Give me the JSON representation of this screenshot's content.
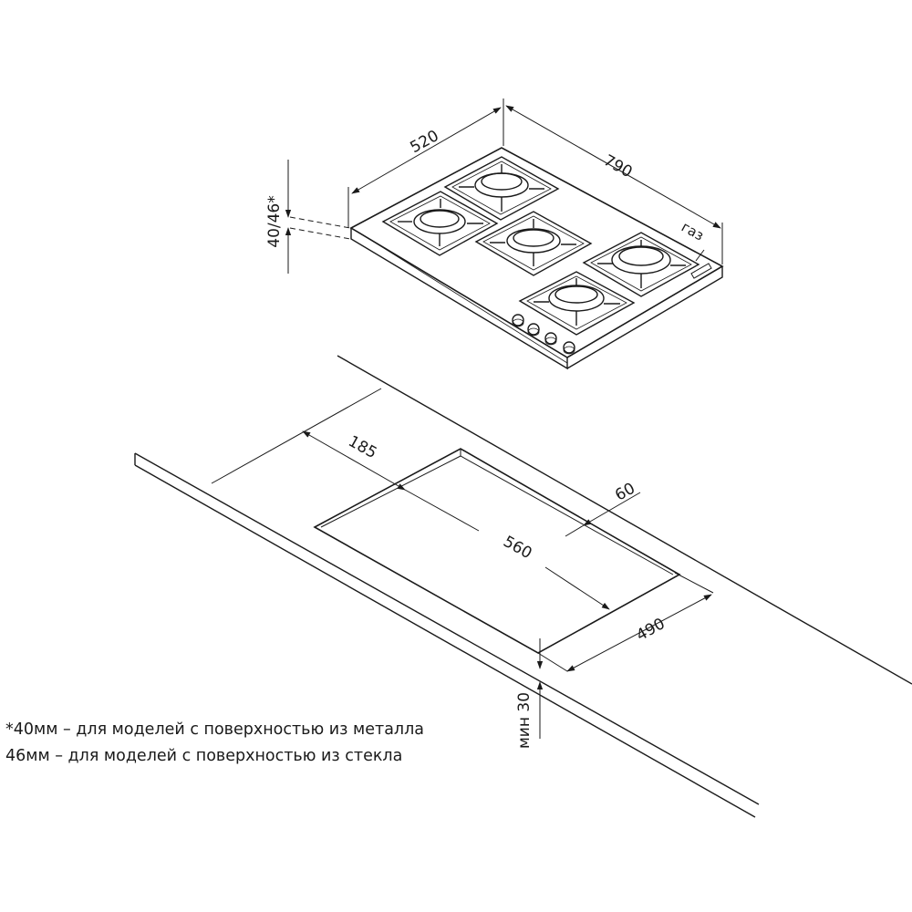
{
  "hob": {
    "depth": "520",
    "width": "790",
    "height": "40/46*",
    "gas": "газ"
  },
  "cutout": {
    "offset_back": "185",
    "offset_side": "60",
    "width": "560",
    "depth": "490",
    "min_thickness": "мин 30"
  },
  "notes": {
    "line1": "*40мм – для моделей  с поверхностью  из металла",
    "line2": "46мм – для моделей  с поверхностью  из стекла"
  },
  "colors": {
    "line": "#1a1a1a",
    "background": "#ffffff"
  }
}
